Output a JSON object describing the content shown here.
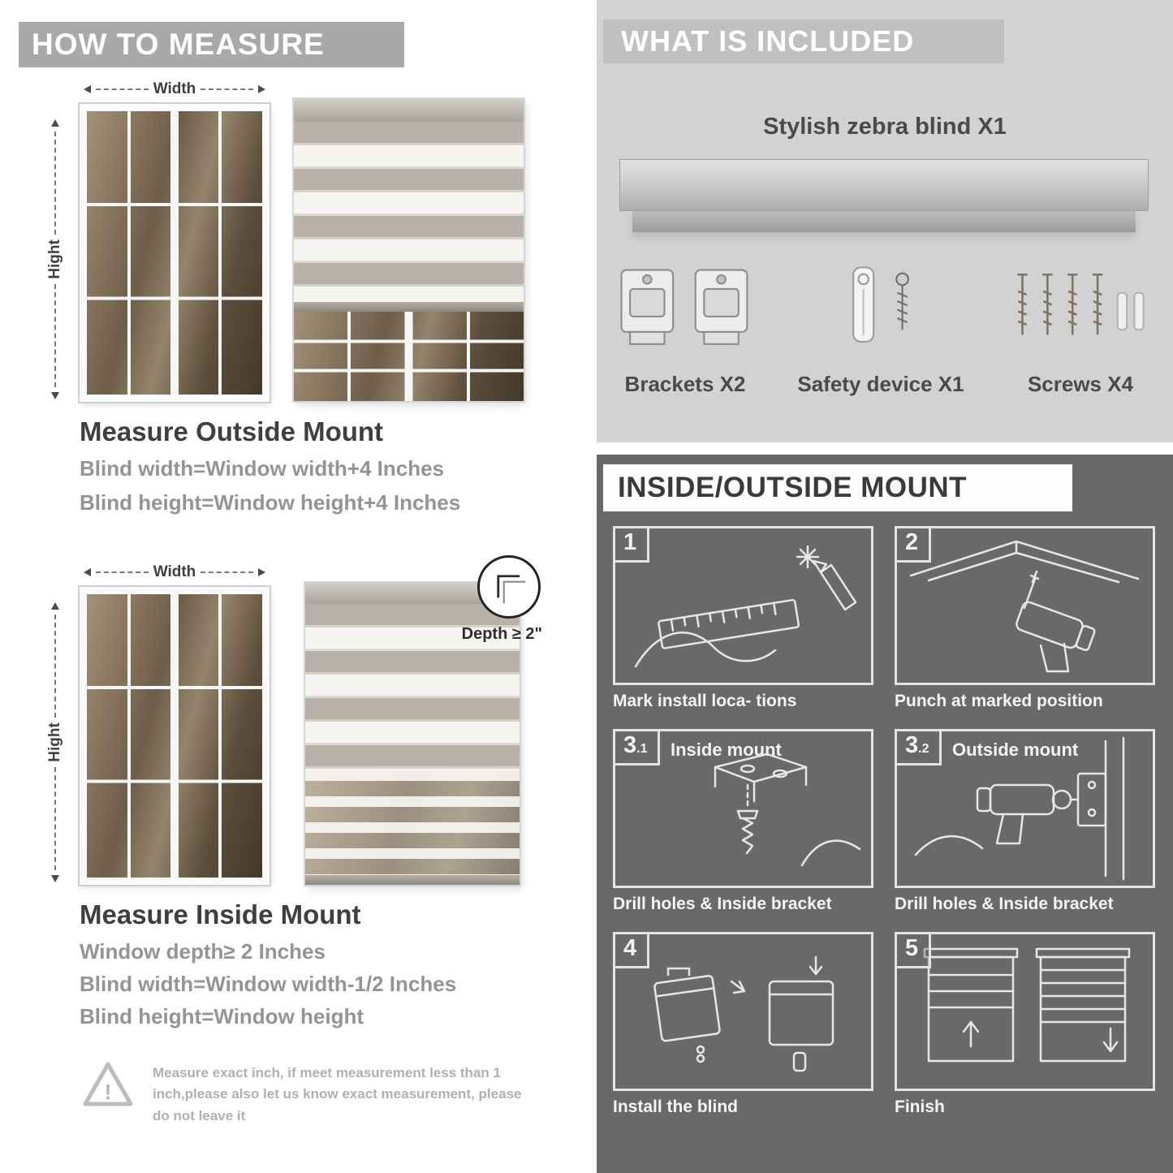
{
  "colors": {
    "header_band": "#a9a9a9",
    "included_bg": "#d2d2d2",
    "included_band": "#c0c0c0",
    "mount_bg": "#696969",
    "title_text": "#3f3f3f",
    "formula_text": "#949494",
    "white": "#ffffff"
  },
  "left": {
    "header": "HOW TO MEASURE",
    "outside": {
      "width_label": "Width",
      "height_label": "Hight",
      "title": "Measure Outside Mount",
      "lines": [
        "Blind width=Window width+4 Inches",
        "Blind height=Window height+4 Inches"
      ]
    },
    "inside": {
      "width_label": "Width",
      "height_label": "Hight",
      "depth_callout": "Depth ≥ 2\"",
      "title": "Measure Inside Mount",
      "lines": [
        "Window depth≥ 2 Inches",
        "Blind width=Window width-1/2 Inches",
        "Blind height=Window height"
      ]
    },
    "warning": {
      "icon": "!",
      "text": "Measure exact inch, if meet measurement less than 1 inch,please also let us know exact measurement, please do not leave it"
    }
  },
  "included": {
    "header": "WHAT IS INCLUDED",
    "blind_label": "Stylish zebra blind X1",
    "items": [
      {
        "label": "Brackets X2"
      },
      {
        "label": "Safety device X1"
      },
      {
        "label": "Screws X4"
      }
    ]
  },
  "mount": {
    "header": "INSIDE/OUTSIDE MOUNT",
    "panels": [
      {
        "num": "1",
        "sub": "",
        "tag": "",
        "caption": "Mark install loca- tions"
      },
      {
        "num": "2",
        "sub": "",
        "tag": "",
        "caption": "Punch at  marked position"
      },
      {
        "num": "3",
        "sub": ".1",
        "tag": "Inside mount",
        "caption": "Drill holes &  Inside bracket"
      },
      {
        "num": "3",
        "sub": ".2",
        "tag": "Outside mount",
        "caption": "Drill holes &  Inside bracket"
      },
      {
        "num": "4",
        "sub": "",
        "tag": "",
        "caption": "Install the blind"
      },
      {
        "num": "5",
        "sub": "",
        "tag": "",
        "caption": "Finish"
      }
    ]
  }
}
